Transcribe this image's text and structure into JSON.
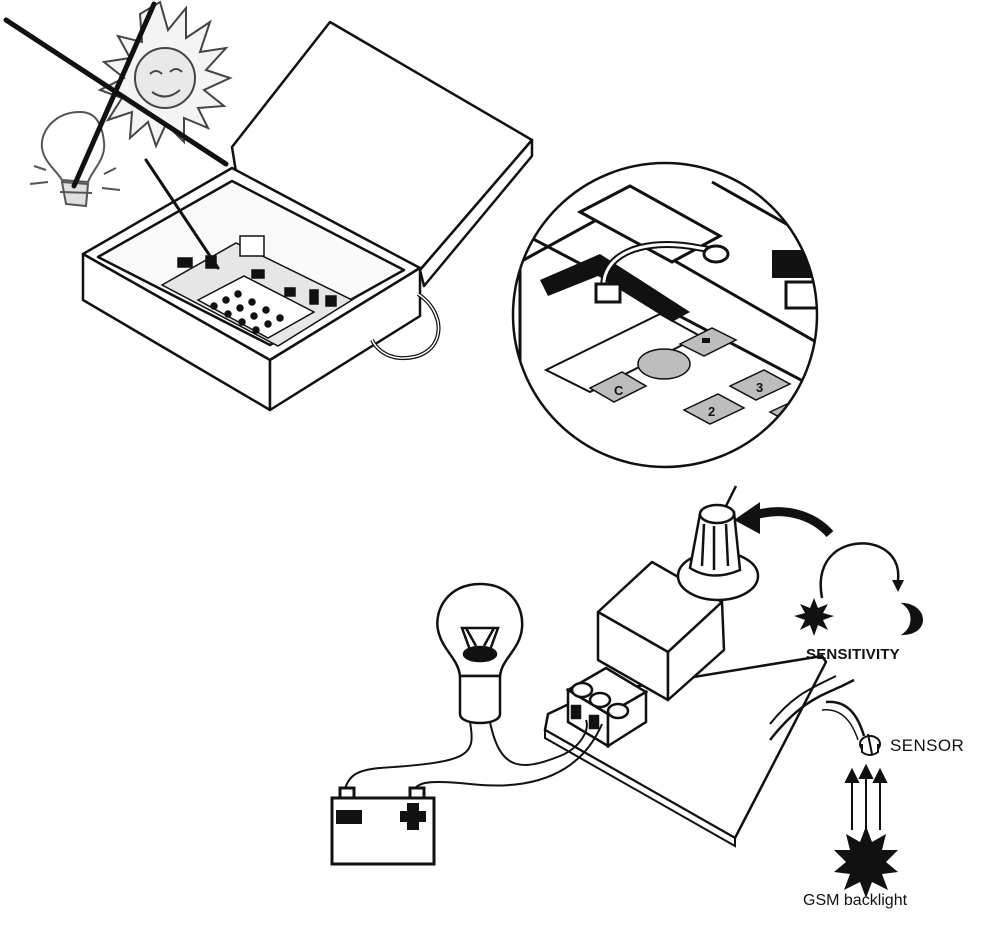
{
  "labels": {
    "sensitivity": "SENSITIVITY",
    "sensor": "SENSOR",
    "gsm_backlight": "GSM backlight"
  },
  "battery": {
    "minus_symbol": "minus-icon",
    "plus_symbol": "plus-icon"
  },
  "colors": {
    "ink": "#111111",
    "paper": "#ffffff",
    "key_gray": "#bdbdbd",
    "board_gray": "#d9d9d9"
  }
}
